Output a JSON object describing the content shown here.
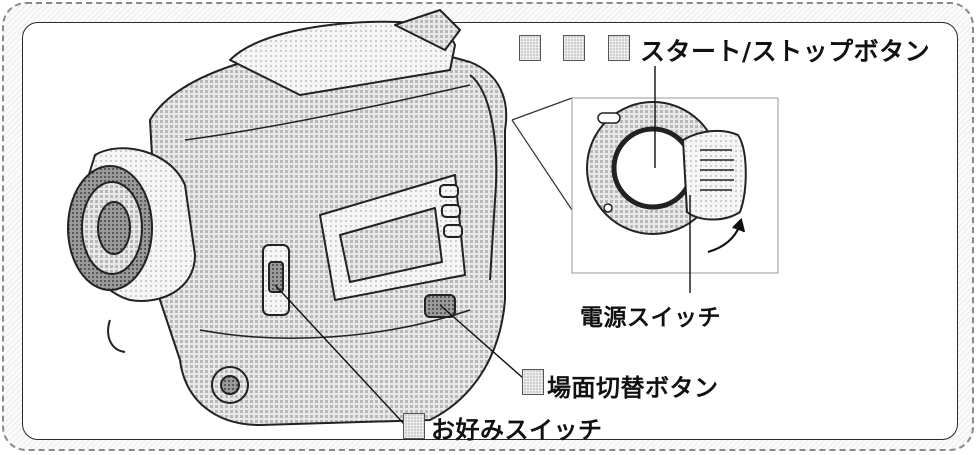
{
  "labels": {
    "start_stop_button": "スタート/ストップボタン",
    "power_switch": "電源スイッチ",
    "scene_switch_button": "場面切替ボタン",
    "preference_switch": "お好みスイッチ"
  },
  "icons": [
    "camcorder-icon",
    "dial-icon",
    "rotate-arrow-icon",
    "step-marker-icon"
  ],
  "colors": {
    "ink": "#111111",
    "screen_tone": "#cfcfcf",
    "background": "#ffffff"
  }
}
